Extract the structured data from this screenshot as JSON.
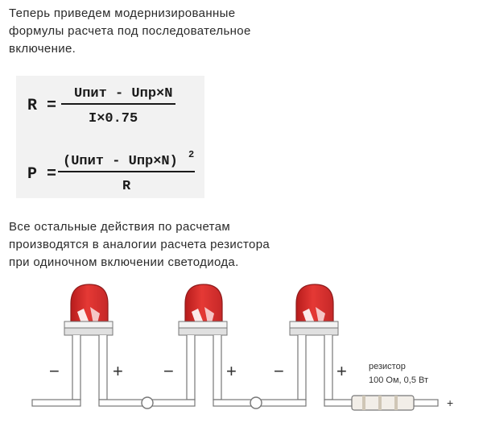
{
  "intro_text": {
    "lines": [
      "Теперь приведем модернизированные",
      "формулы расчета под последовательное",
      "включение."
    ]
  },
  "formulas": {
    "r_formula": {
      "lhs": "R =",
      "numerator": "Uпит - Uпр×N",
      "denominator": "I×0.75"
    },
    "p_formula": {
      "lhs": "P =",
      "numerator": "(Uпит - Uпр×N)",
      "exponent": "2",
      "denominator": "R"
    }
  },
  "body_text": {
    "lines": [
      "Все остальные действия по расчетам",
      "производятся в аналогии расчета резистора",
      "при одиночном включении светодиода."
    ]
  },
  "circuit": {
    "led_minus": "−",
    "led_plus": "+",
    "resistor_label_line1": "резистор",
    "resistor_label_line2": "100 Ом, 0,5 Вт",
    "terminal_plus": "+",
    "led_color": "#d32f2f",
    "led_count": 3
  }
}
